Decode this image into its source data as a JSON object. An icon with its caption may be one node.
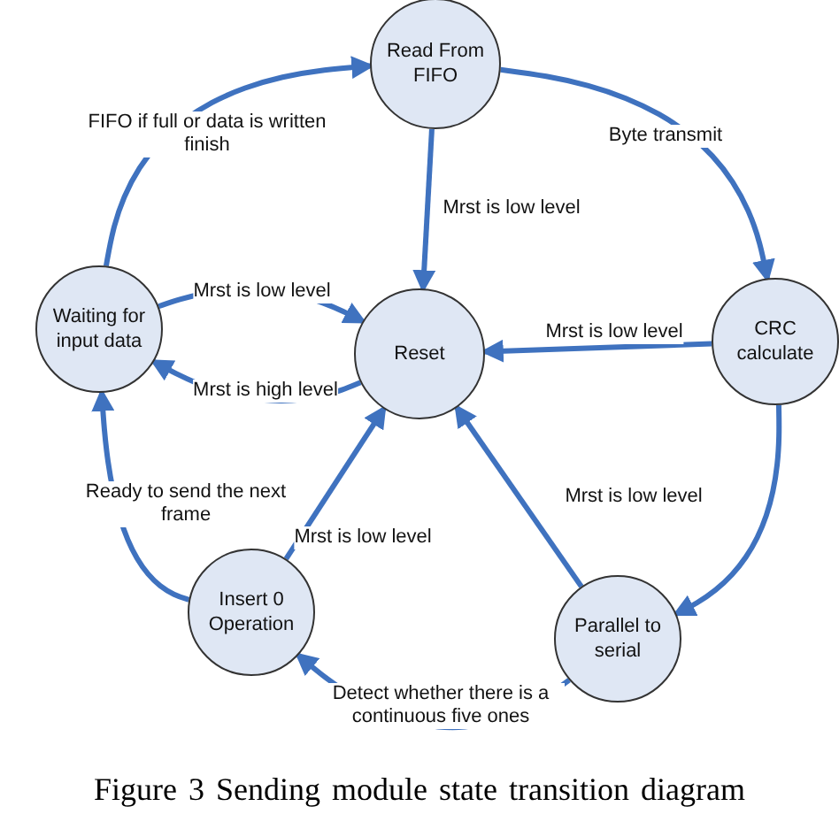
{
  "diagram": {
    "caption": "Figure 3 Sending module state transition diagram",
    "nodes": [
      {
        "text": [
          "Read From FIFO"
        ]
      },
      {
        "text": [
          "Waiting for input data"
        ]
      },
      {
        "text": [
          "Reset"
        ]
      },
      {
        "text": [
          "CRC calculate"
        ]
      },
      {
        "text": [
          "Insert 0 Operation"
        ]
      },
      {
        "text": [
          "Parallel to serial"
        ]
      }
    ],
    "edges": [
      {
        "from": 1,
        "to": 0,
        "arrow": "to",
        "label": "FIFO if full or data is written finish"
      },
      {
        "from": 0,
        "to": 2,
        "arrow": "to",
        "label": "Mrst is low level"
      },
      {
        "from": 0,
        "to": 3,
        "arrow": "to",
        "label": "Byte transmit"
      },
      {
        "from": 3,
        "to": 2,
        "arrow": "to",
        "label": "Mrst is low level"
      },
      {
        "from": 1,
        "to": 2,
        "arrow": "to",
        "label": "Mrst is low level"
      },
      {
        "from": 2,
        "to": 1,
        "arrow": "to",
        "label": "Mrst is high level"
      },
      {
        "from": 3,
        "to": 5,
        "arrow": "to"
      },
      {
        "from": 5,
        "to": 4,
        "arrow": "to",
        "label": "Detect whether there is a continuous five ones"
      },
      {
        "from": 4,
        "to": 2,
        "arrow": "to",
        "label": "Mrst is low level"
      },
      {
        "from": 5,
        "to": 2,
        "arrow": "to",
        "label": "Mrst is low level"
      },
      {
        "from": 4,
        "to": 1,
        "arrow": "to",
        "label": "Ready to send the next frame"
      }
    ]
  }
}
